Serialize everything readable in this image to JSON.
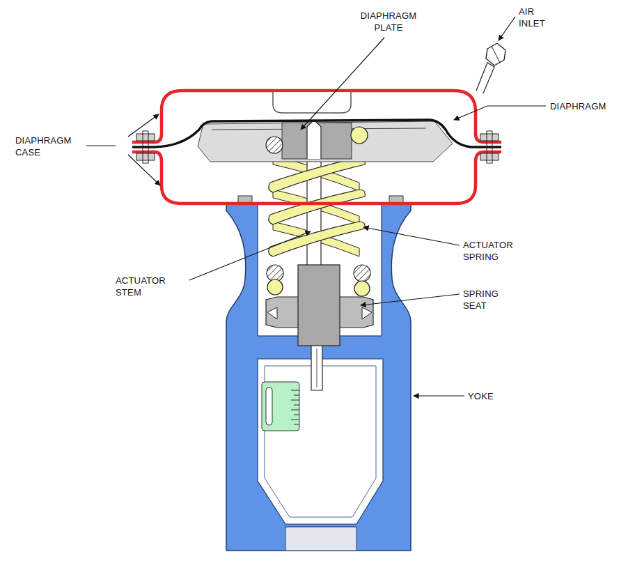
{
  "diagram": {
    "labels": [
      "DIAPHRAGM PLATE",
      "AIR INLET",
      "DIAPHRAGM",
      "DIAPHRAGM CASE",
      "ACTUATOR SPRING",
      "ACTUATOR STEM",
      "SPRING SEAT",
      "YOKE"
    ]
  }
}
